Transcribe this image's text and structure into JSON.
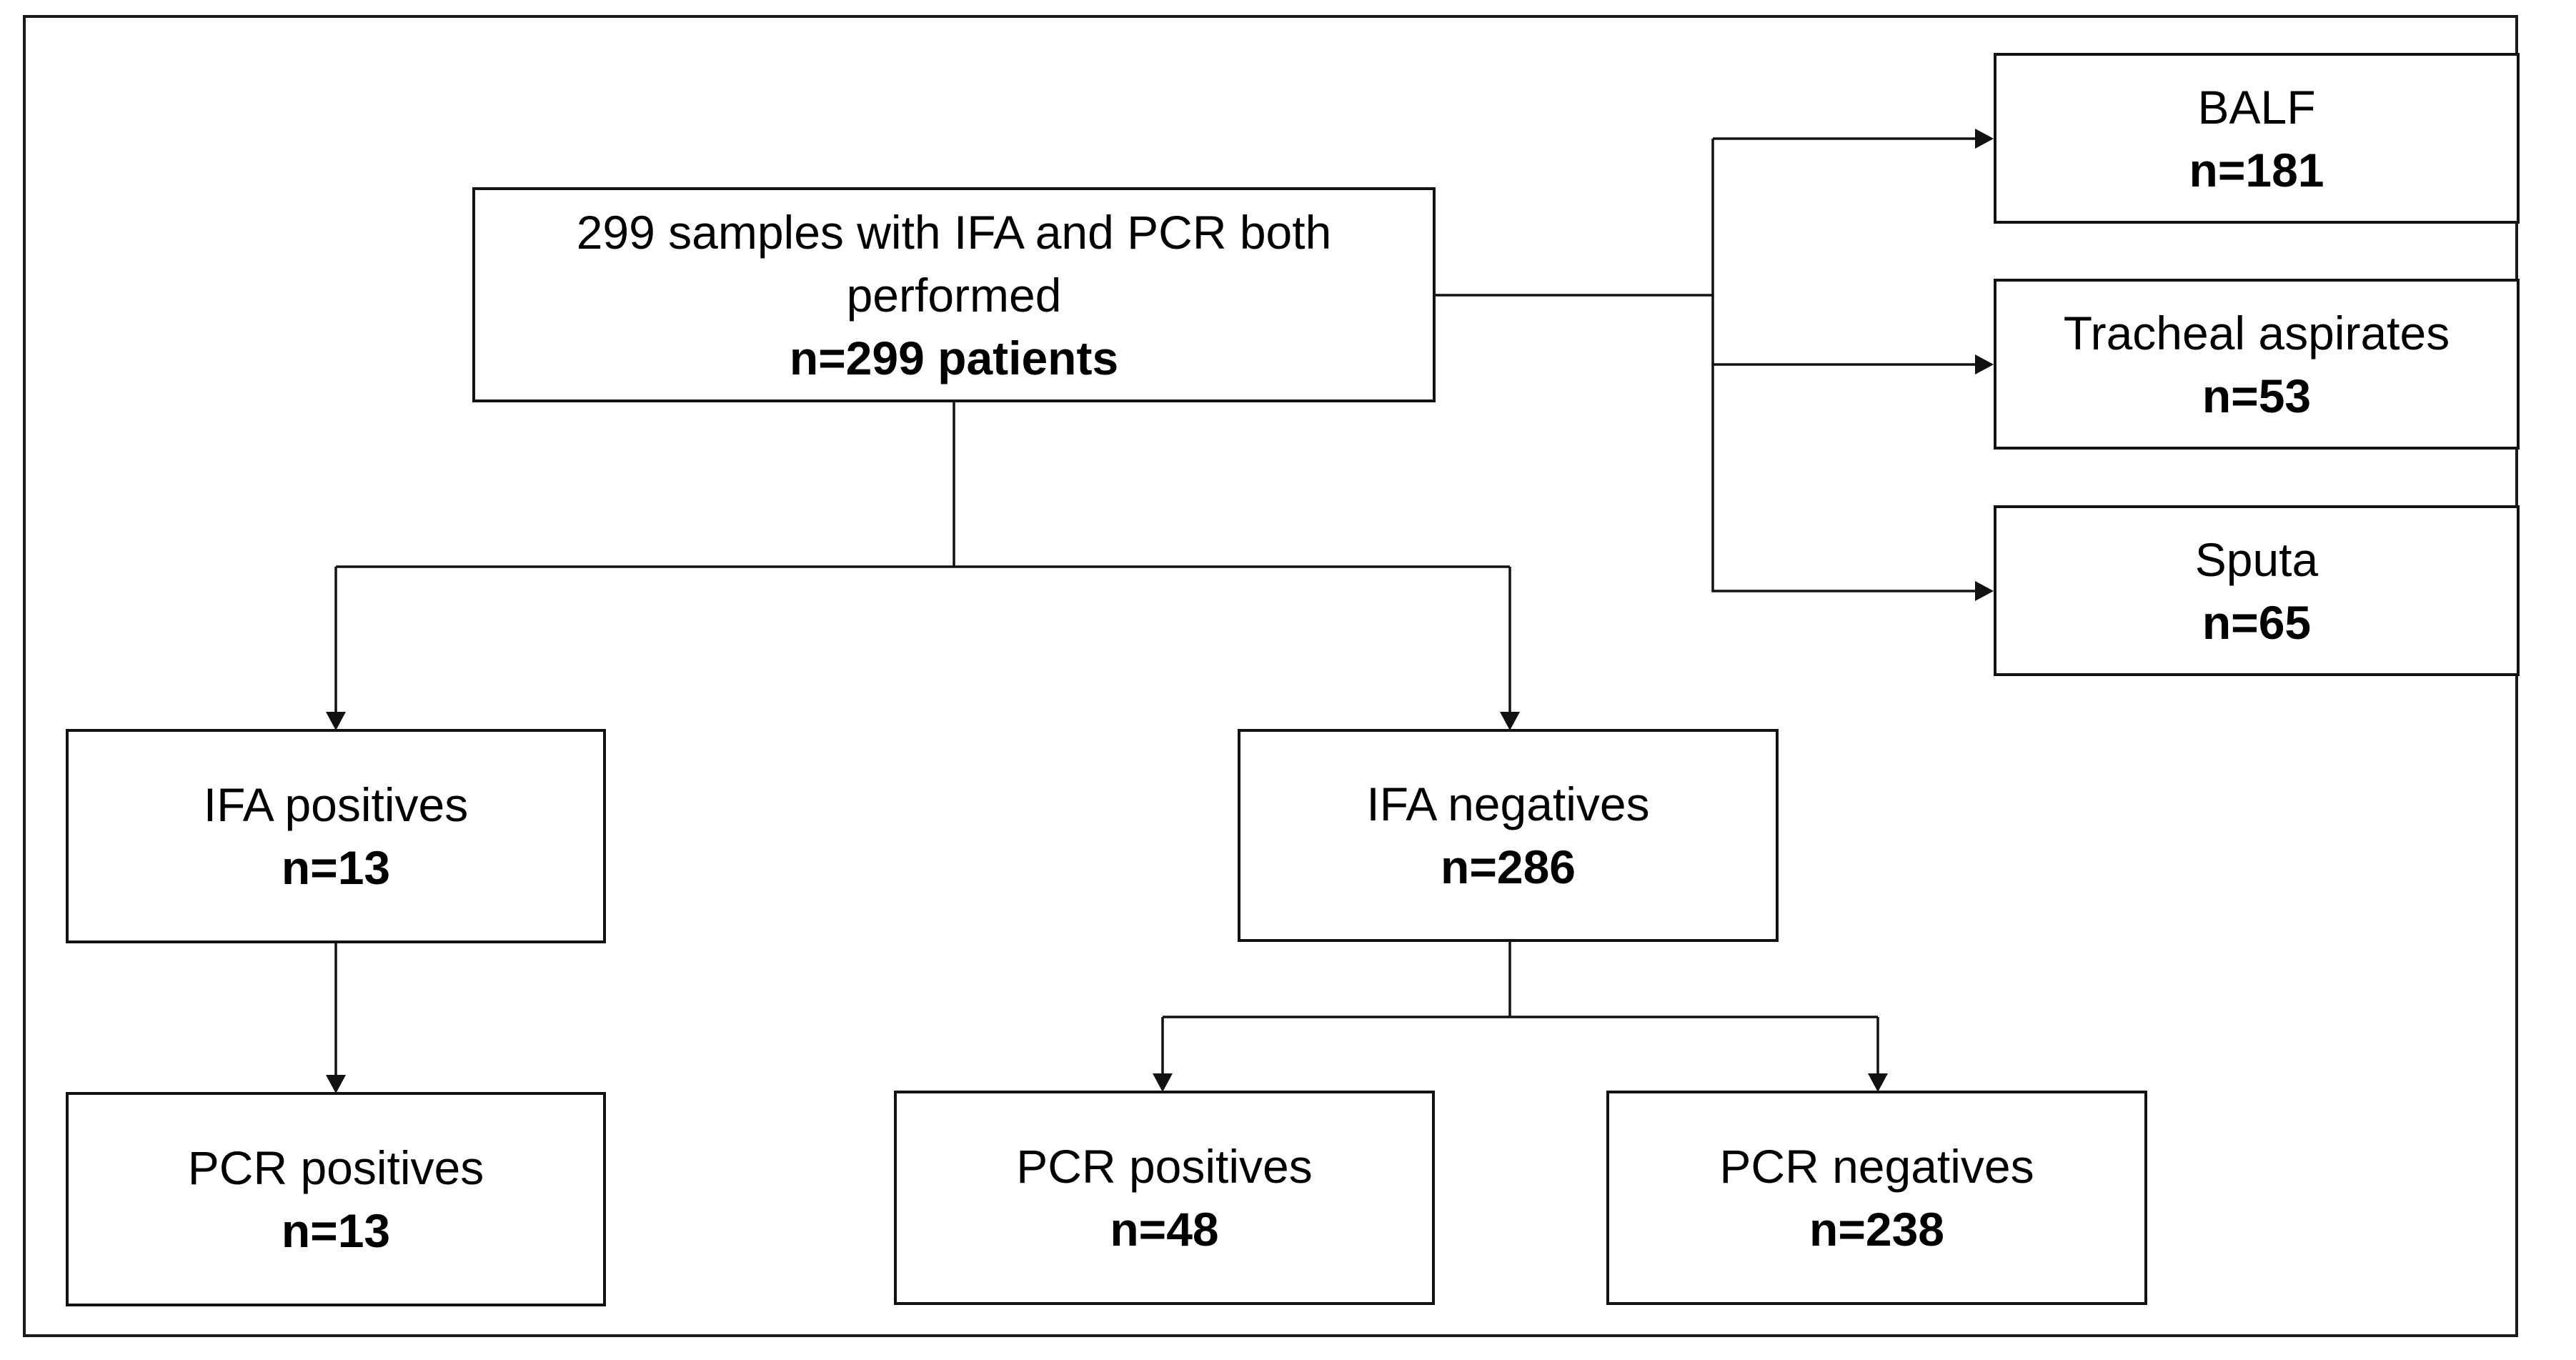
{
  "root": {
    "label_line1": "299 samples with IFA and PCR both",
    "label_line2": "performed",
    "count": "n=299 patients"
  },
  "sample_types": [
    {
      "label": "BALF",
      "count": "n=181"
    },
    {
      "label": "Tracheal aspirates",
      "count": "n=53"
    },
    {
      "label": "Sputa",
      "count": "n=65"
    }
  ],
  "ifa_positives": {
    "label": "IFA positives",
    "count": "n=13"
  },
  "ifa_negatives": {
    "label": "IFA negatives",
    "count": "n=286"
  },
  "ifa_pos_pcr_positives": {
    "label": "PCR positives",
    "count": "n=13"
  },
  "ifa_neg_pcr_positives": {
    "label": "PCR positives",
    "count": "n=48"
  },
  "ifa_neg_pcr_negatives": {
    "label": "PCR negatives",
    "count": "n=238"
  },
  "colors": {
    "line": "#111111",
    "background": "#ffffff"
  }
}
